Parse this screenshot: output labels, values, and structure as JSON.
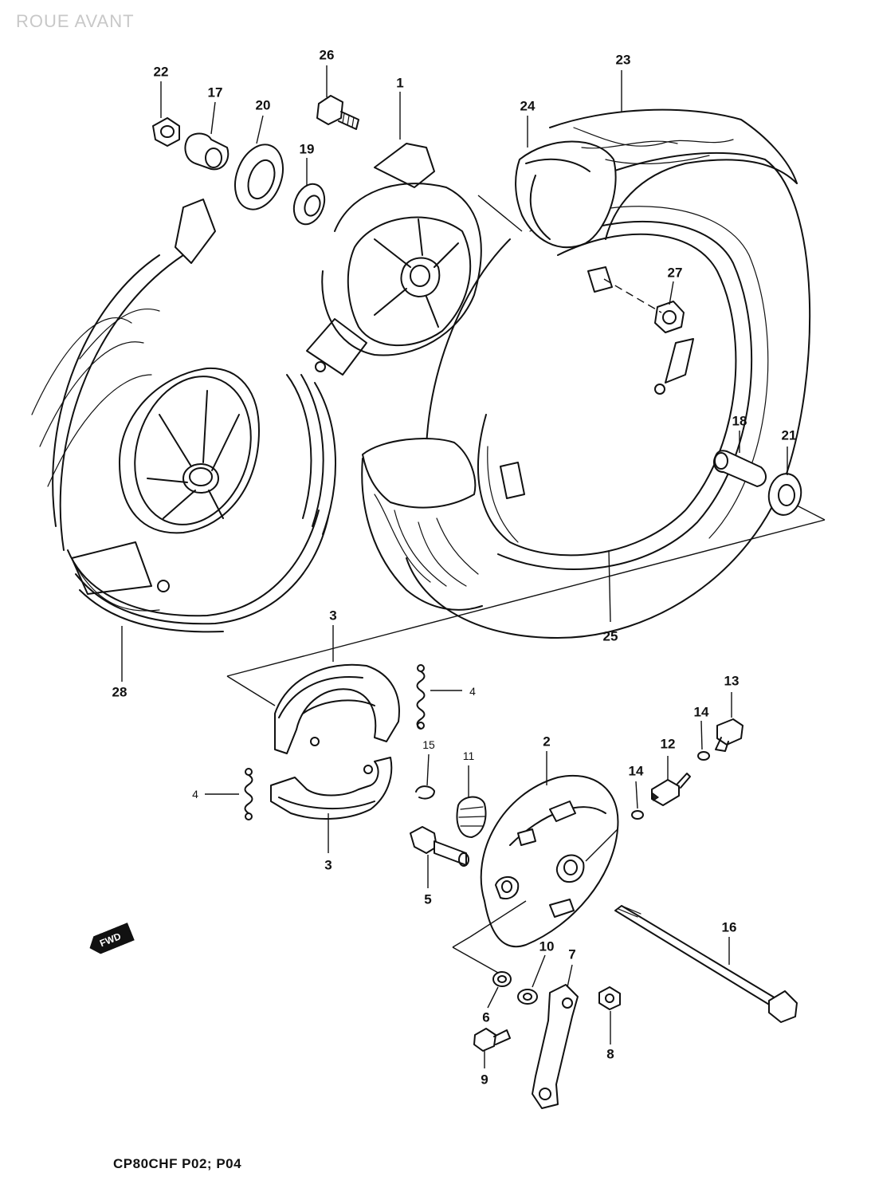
{
  "header": {
    "title": "ROUE AVANT"
  },
  "footer": {
    "model_code": "CP80CHF P02; P04"
  },
  "direction_badge": "FWD",
  "callouts": {
    "c1": "1",
    "c2": "2",
    "c3a": "3",
    "c3b": "3",
    "c4a": "4",
    "c4b": "4",
    "c5": "5",
    "c6": "6",
    "c7": "7",
    "c8": "8",
    "c9": "9",
    "c10": "10",
    "c11": "11",
    "c12": "12",
    "c13": "13",
    "c14a": "14",
    "c14b": "14",
    "c15": "15",
    "c16": "16",
    "c17": "17",
    "c18": "18",
    "c19": "19",
    "c20": "20",
    "c21": "21",
    "c22": "22",
    "c23": "23",
    "c24": "24",
    "c25": "25",
    "c26": "26",
    "c27": "27",
    "c28": "28"
  }
}
